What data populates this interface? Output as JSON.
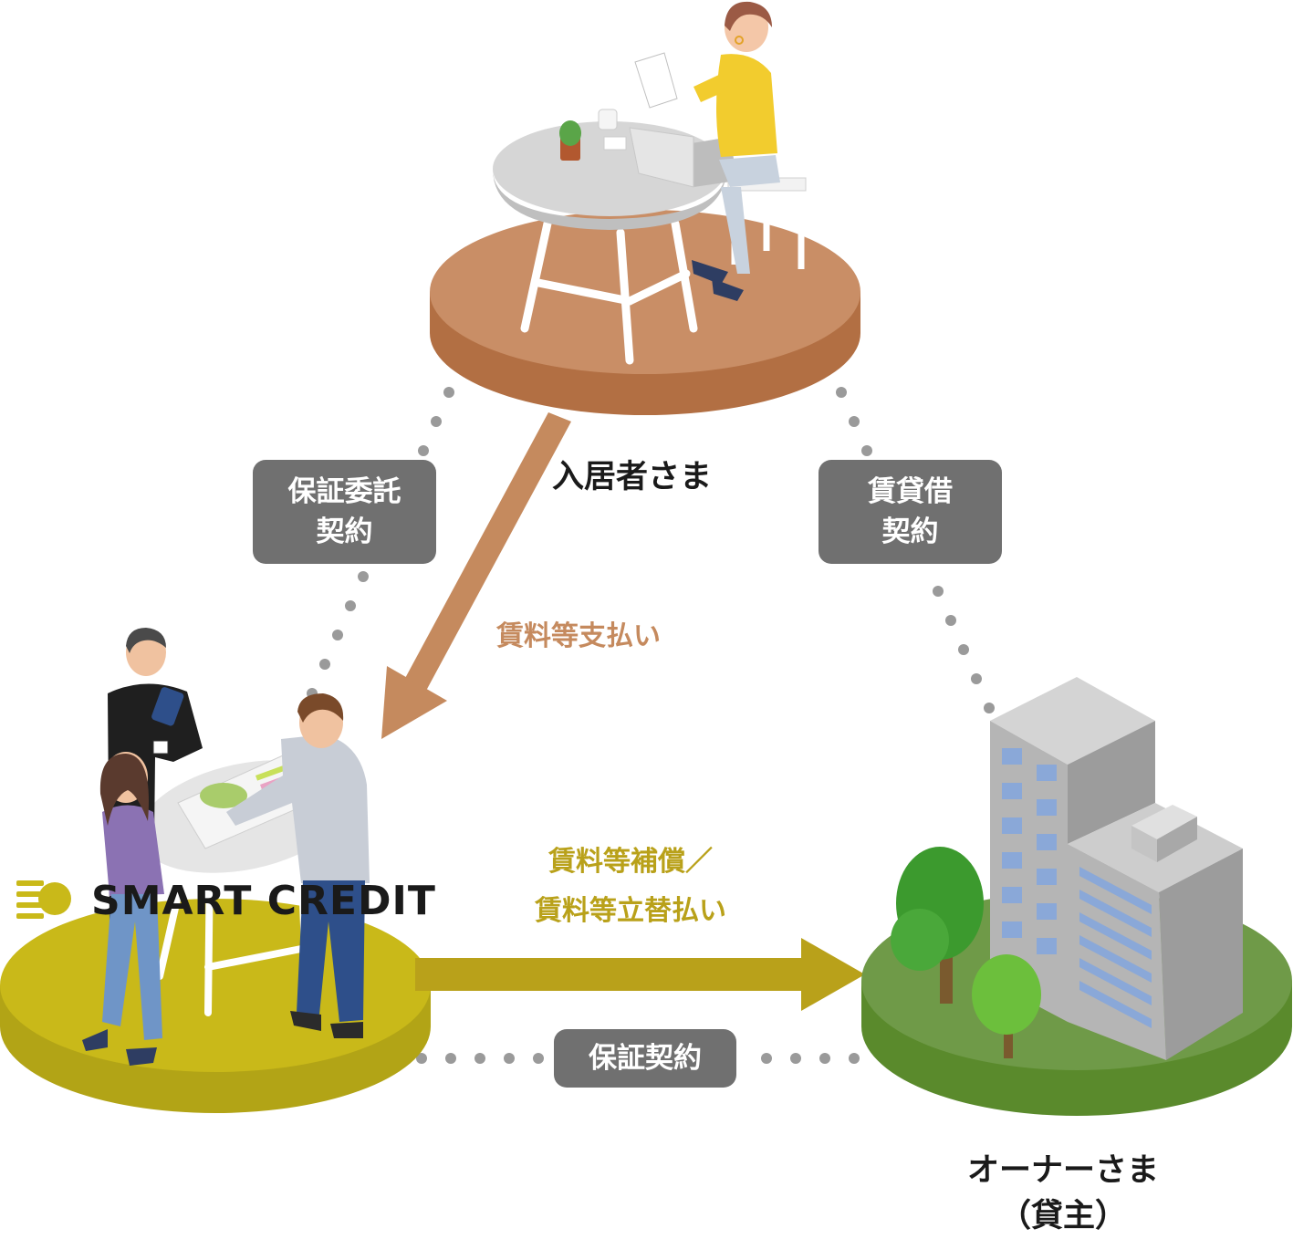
{
  "nodes": {
    "tenant": {
      "label": "入居者さま"
    },
    "owner": {
      "label_line1": "オーナーさま",
      "label_line2": "（貸主）"
    },
    "guarantor": {
      "brand": "SMART CREDIT"
    }
  },
  "contracts": {
    "guarantee_commission": {
      "line1": "保証委託",
      "line2": "契約"
    },
    "lease": {
      "line1": "賃貸借",
      "line2": "契約"
    },
    "guarantee": {
      "label": "保証契約"
    }
  },
  "flows": {
    "rent_payment": {
      "label": "賃料等支払い",
      "color": "#c58a5e"
    },
    "compensation": {
      "line1": "賃料等補償／",
      "line2": "賃料等立替払い",
      "color": "#b9a11a"
    }
  },
  "colors": {
    "tenant_platform": "#c98e66",
    "guarantor_platform": "#c9b919",
    "owner_platform": "#6f9a48",
    "contract_box": "#707070",
    "dots": "#9a9a9a"
  }
}
